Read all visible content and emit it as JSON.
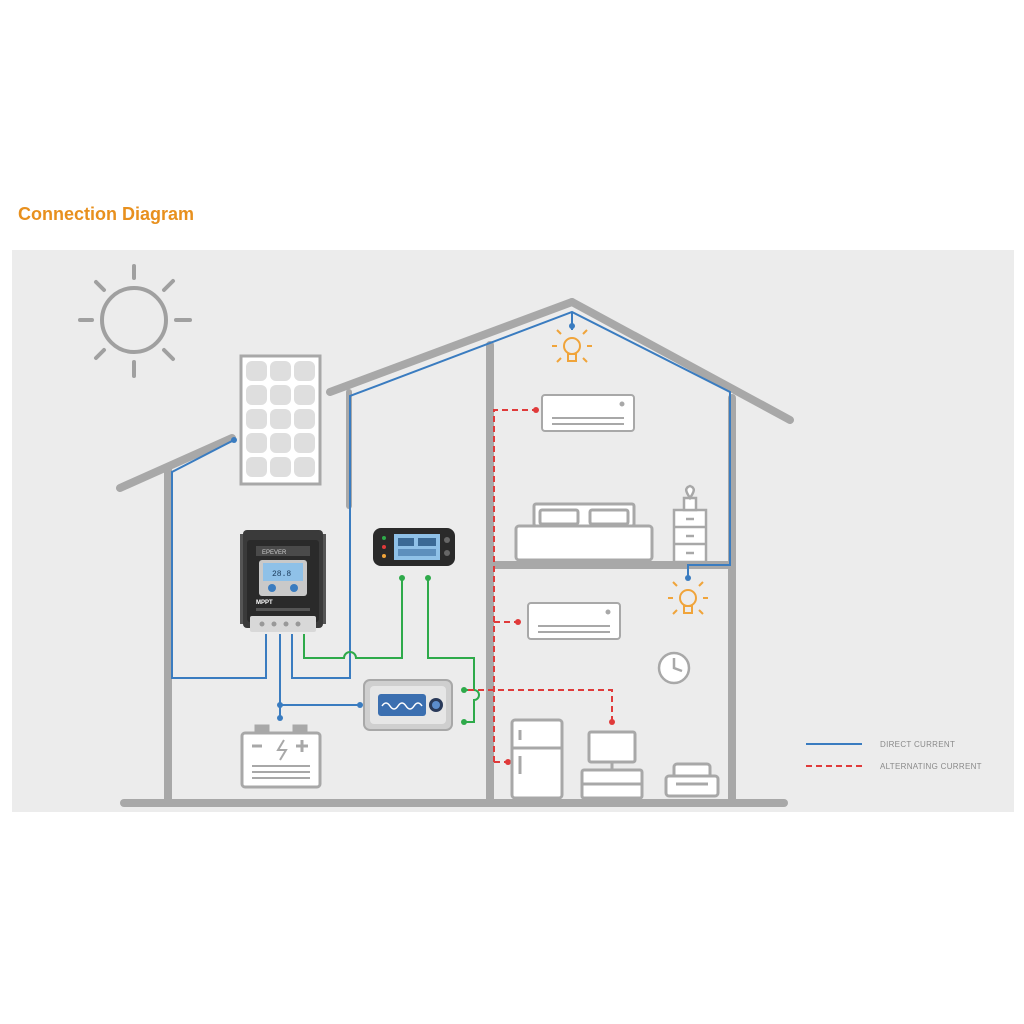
{
  "title": "Connection Diagram",
  "legend": {
    "dc_label": "DIRECT CURRENT",
    "ac_label": "ALTERNATING CURRENT"
  },
  "controller": {
    "brand": "EPEVER",
    "model": "MPPT",
    "display": "28.8"
  },
  "colors": {
    "title": "#e8901e",
    "direct_current": "#3a7cc0",
    "alternating_current": "#e03a3a",
    "signal": "#2eaa4a",
    "structure": "#a8a8a8",
    "bulb": "#f0a43a"
  }
}
